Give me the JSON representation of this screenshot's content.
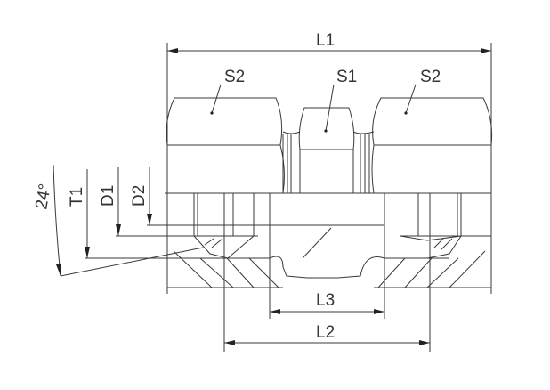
{
  "drawing": {
    "labels": {
      "L1": "L1",
      "L2": "L2",
      "L3": "L3",
      "S1": "S1",
      "S2_left": "S2",
      "S2_right": "S2",
      "T1": "T1",
      "D1": "D1",
      "D2": "D2",
      "angle": "24°"
    },
    "line_color": "#3a3a3a"
  }
}
